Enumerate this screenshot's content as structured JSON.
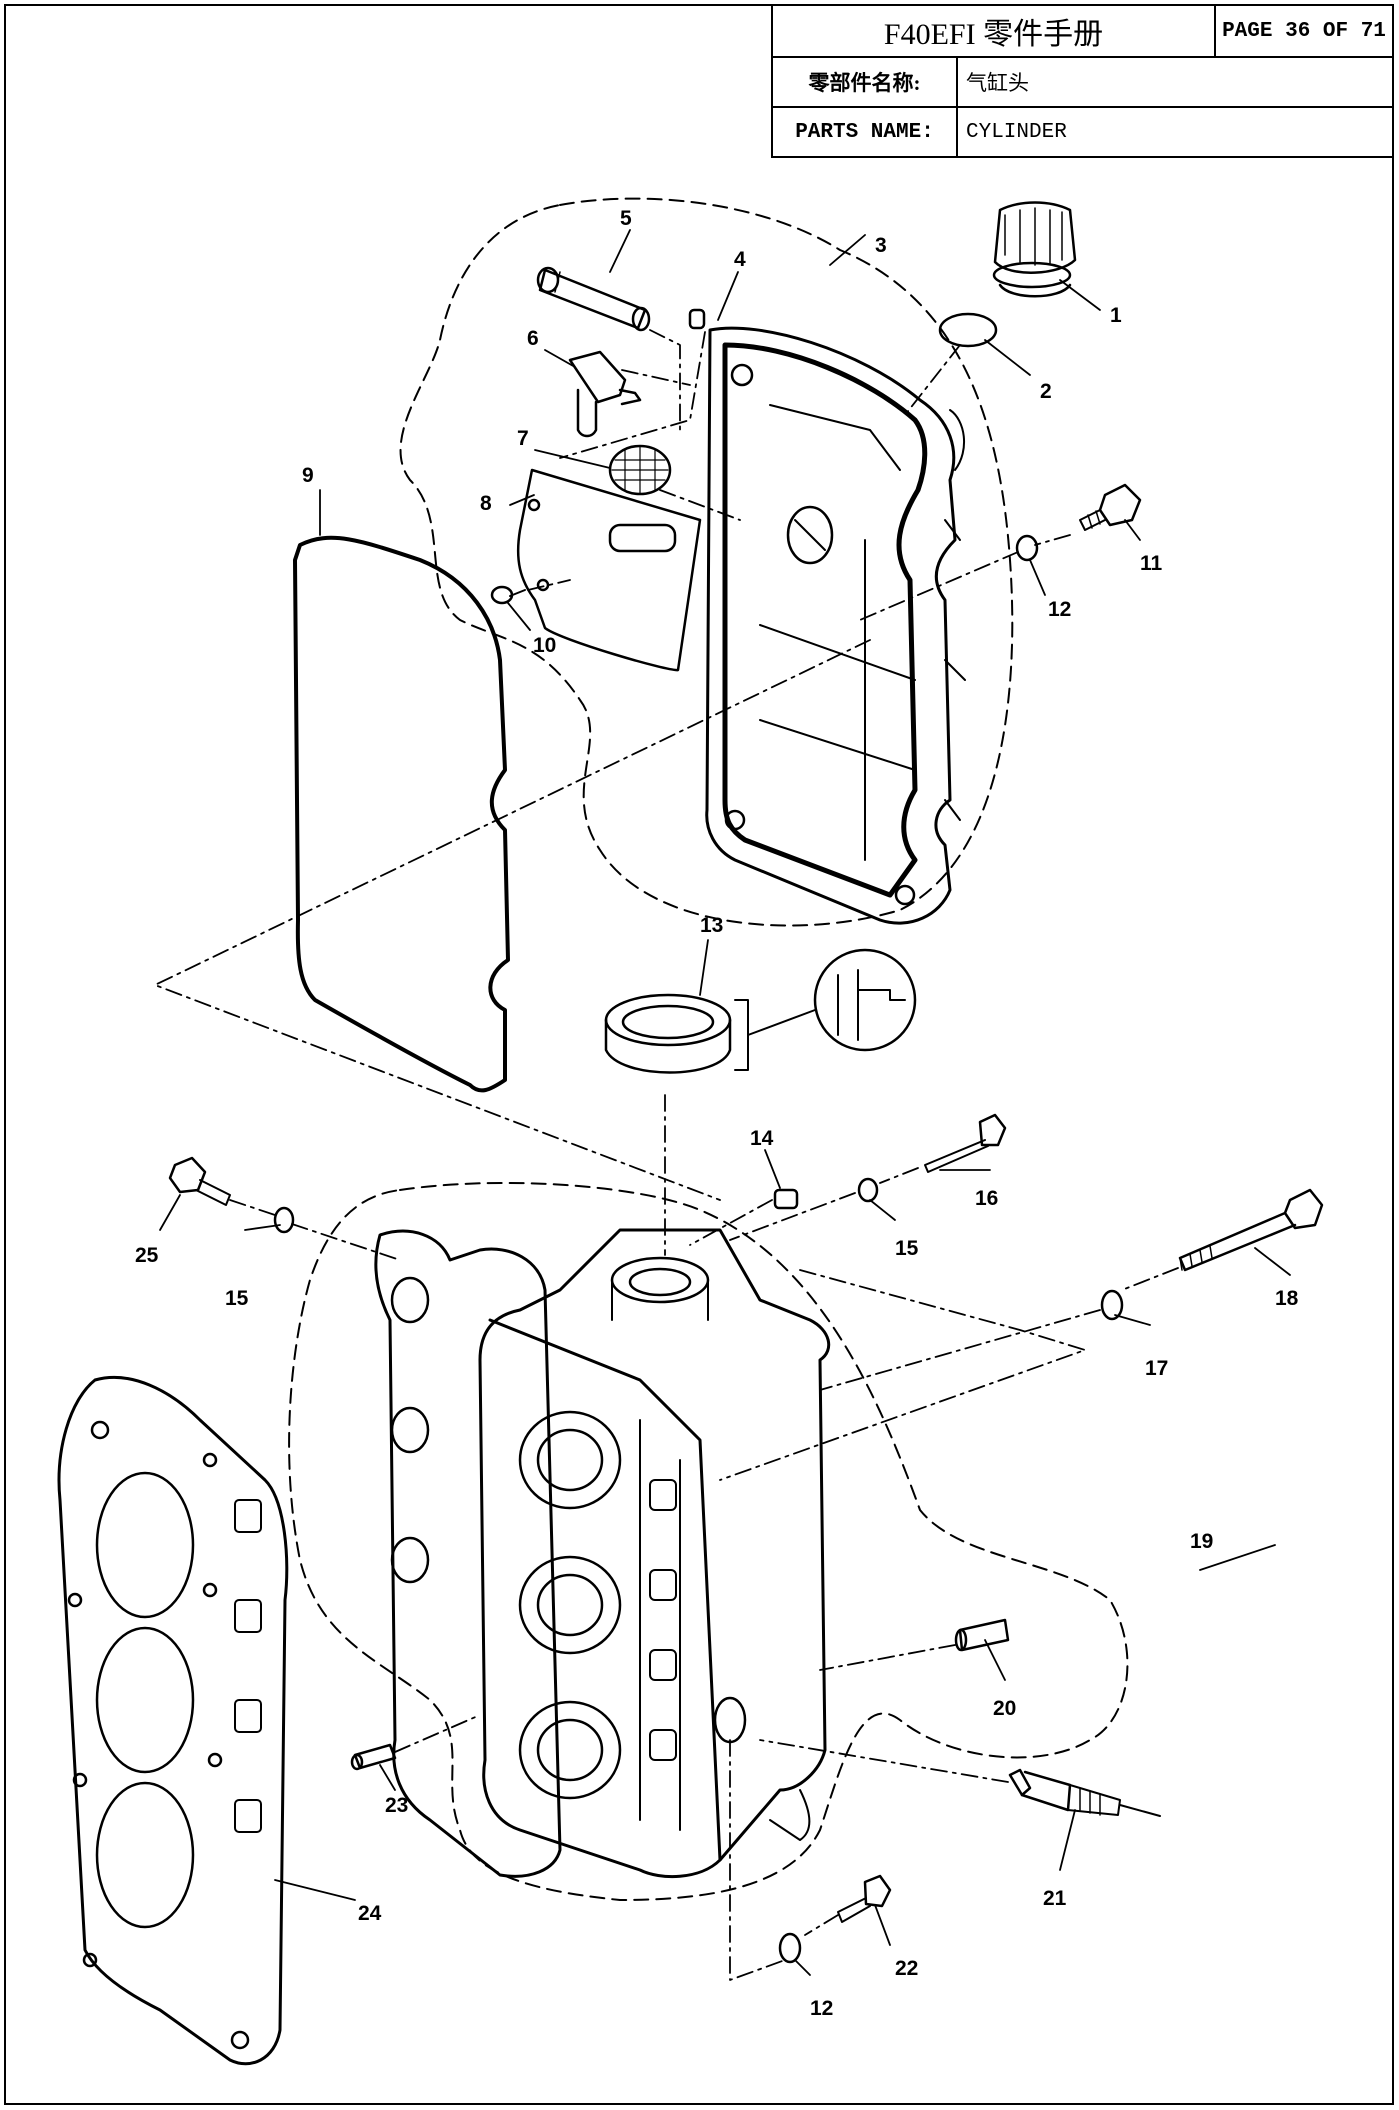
{
  "header": {
    "manual_title": "F40EFI 零件手册",
    "page": "PAGE 36 OF 71",
    "cn_label": "零部件名称:",
    "cn_value": "气缸头",
    "en_label": "PARTS NAME:",
    "en_value": "CYLINDER"
  },
  "callouts": {
    "c1": "1",
    "c2": "2",
    "c3": "3",
    "c4": "4",
    "c5": "5",
    "c6": "6",
    "c7": "7",
    "c8": "8",
    "c9": "9",
    "c10": "10",
    "c11": "11",
    "c12a": "12",
    "c13": "13",
    "c14": "14",
    "c15a": "15",
    "c15b": "15",
    "c16": "16",
    "c17": "17",
    "c18": "18",
    "c19": "19",
    "c20": "20",
    "c21": "21",
    "c22": "22",
    "c12b": "12",
    "c23": "23",
    "c24": "24",
    "c25": "25"
  },
  "colors": {
    "line": "#000000",
    "background": "#ffffff"
  }
}
